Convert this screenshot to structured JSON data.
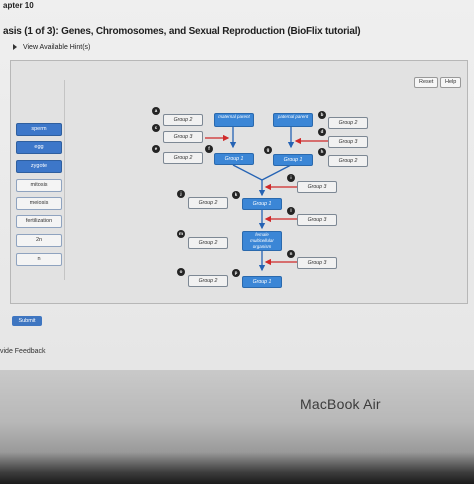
{
  "header": {
    "chapter": "apter 10",
    "title": "asis (1 of 3): Genes, Chromosomes, and Sexual Reproduction (BioFlix tutorial)",
    "hint_link": "View Available Hint(s)"
  },
  "toolbar": {
    "reset_label": "Reset",
    "help_label": "Help"
  },
  "labels": [
    {
      "text": "sperm",
      "selected": true
    },
    {
      "text": "egg",
      "selected": true
    },
    {
      "text": "zygote",
      "selected": true
    },
    {
      "text": "mitosis",
      "selected": false
    },
    {
      "text": "meiosis",
      "selected": false
    },
    {
      "text": "fertilization",
      "selected": false
    },
    {
      "text": "2n",
      "selected": false
    },
    {
      "text": "n",
      "selected": false
    }
  ],
  "diagram": {
    "letters": [
      "a",
      "b",
      "c",
      "d",
      "e",
      "f",
      "g",
      "h",
      "i",
      "j",
      "k",
      "l",
      "m",
      "n",
      "o",
      "p"
    ],
    "maternal": "maternal parent",
    "paternal": "paternal parent",
    "female": "female multicellular organism",
    "targets": {
      "a": "Group 2",
      "b": "Group 2",
      "c": "Group 3",
      "d": "Group 3",
      "e": "Group 2",
      "f": "Group 1",
      "g": "Group 1",
      "h": "Group 2",
      "i": "Group 3",
      "j": "Group 2",
      "k": "Group 1",
      "l": "Group 3",
      "m": "Group 2",
      "n": "Group 3",
      "o": "Group 2",
      "p": "Group 1"
    }
  },
  "footer": {
    "submit_label": "Submit",
    "feedback_label": "vide Feedback"
  },
  "bezel": {
    "brand": "MacBook Air"
  }
}
